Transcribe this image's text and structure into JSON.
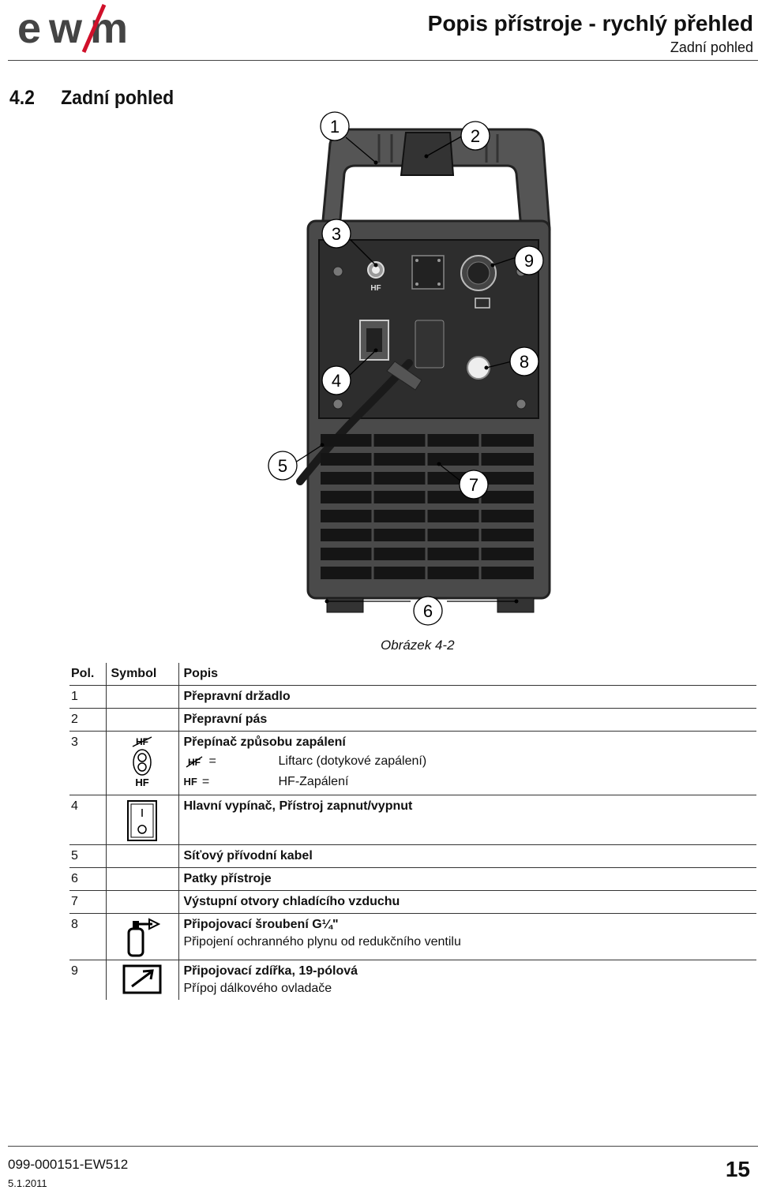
{
  "header": {
    "logo_text": "ewm",
    "title": "Popis přístroje - rychlý přehled",
    "subtitle": "Zadní pohled"
  },
  "section": {
    "number": "4.2",
    "title": "Zadní pohled"
  },
  "figure": {
    "callouts": [
      "1",
      "2",
      "3",
      "9",
      "4",
      "8",
      "5",
      "7",
      "6"
    ],
    "panel_label_hf": "HF",
    "caption": "Obrázek 4-2"
  },
  "legend": {
    "headers": {
      "pos": "Pol.",
      "symbol": "Symbol",
      "desc": "Popis"
    },
    "rows": [
      {
        "pos": "1",
        "desc": "Přepravní držadlo"
      },
      {
        "pos": "2",
        "desc": "Přepravní pás"
      },
      {
        "pos": "3",
        "desc": "Přepínač způsobu zapálení",
        "symbol_icon": "hf-toggle-switch-icon",
        "options": [
          {
            "symbol": "HF",
            "eq": "=",
            "text": "Liftarc (dotykové zapálení)"
          },
          {
            "symbol": "HF",
            "eq": "=",
            "text": "HF-Zapálení"
          }
        ]
      },
      {
        "pos": "4",
        "desc": "Hlavní vypínač, Přístroj zapnut/vypnut",
        "symbol_icon": "main-switch-icon"
      },
      {
        "pos": "5",
        "desc": "Síťový přívodní kabel"
      },
      {
        "pos": "6",
        "desc": "Patky přístroje"
      },
      {
        "pos": "7",
        "desc": "Výstupní otvory chladícího vzduchu"
      },
      {
        "pos": "8",
        "desc": "Připojovací šroubení G¼\"",
        "desc2": "Připojení ochranného plynu od redukčního ventilu",
        "symbol_icon": "gas-cylinder-icon"
      },
      {
        "pos": "9",
        "desc": "Připojovací zdířka, 19-pólová",
        "desc2": "Přípoj dálkového ovladače",
        "symbol_icon": "remote-control-icon"
      }
    ]
  },
  "footer": {
    "doc_number": "099-000151-EW512",
    "date": "5.1.2011",
    "page": "15"
  }
}
